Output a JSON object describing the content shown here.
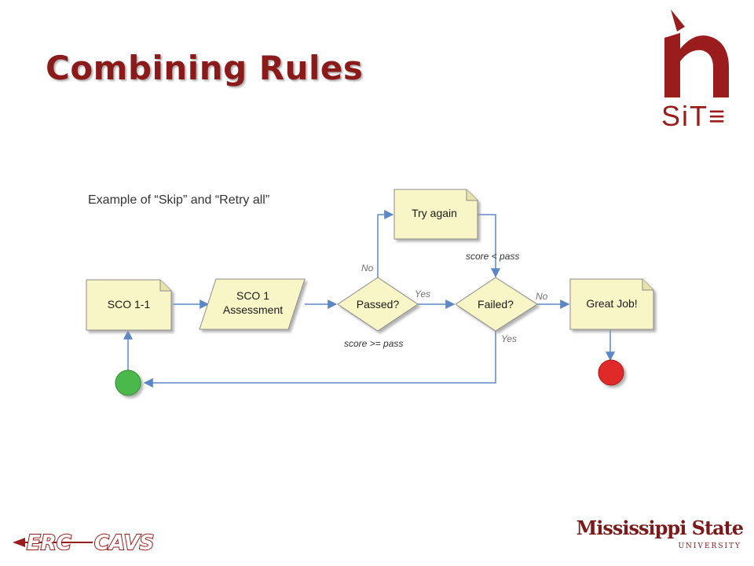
{
  "slide": {
    "title": "Combining Rules"
  },
  "logos": {
    "nsite": "SiT≡",
    "erc": "ERC",
    "cavs": "CAVS",
    "msu_line1": "Mississippi State",
    "msu_line2": "UNIVERSITY"
  },
  "diagram": {
    "caption": "Example of “Skip” and “Retry all”",
    "nodes": {
      "sco": "SCO 1-1",
      "assessment_line1": "SCO 1",
      "assessment_line2": "Assessment",
      "passed": "Passed?",
      "failed": "Failed?",
      "great_job": "Great Job!",
      "try_again": "Try again"
    },
    "edges": {
      "passed_no": "No",
      "passed_yes": "Yes",
      "score_pass": "score >= pass",
      "score_fail": "score < pass",
      "failed_no": "No",
      "failed_yes": "Yes"
    },
    "colors": {
      "box_fill": "#f8f5c6",
      "box_stroke": "#8c8c8c",
      "arrow": "#5b87c7",
      "start": "#4cb84c",
      "end": "#e02a2a"
    }
  }
}
